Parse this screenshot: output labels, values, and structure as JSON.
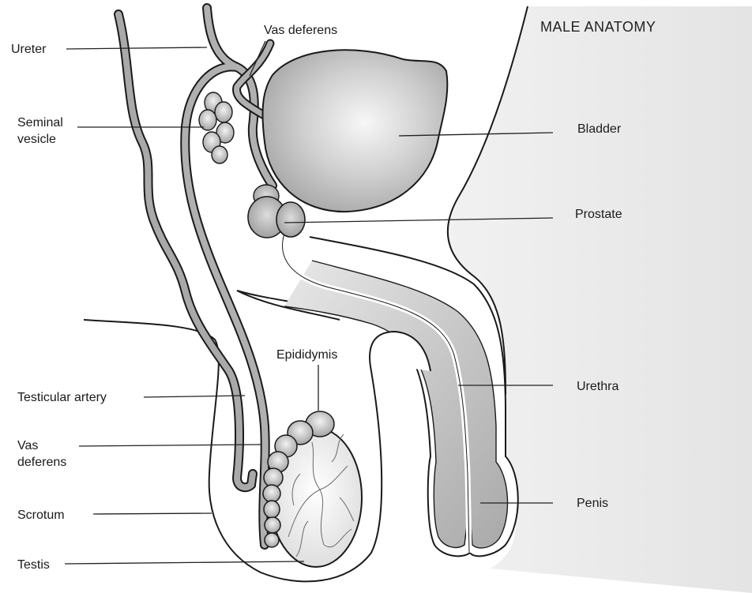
{
  "title": "MALE ANATOMY",
  "labels": {
    "ureter": "Ureter",
    "vas_deferens_top": "Vas deferens",
    "seminal_vesicle_1": "Seminal",
    "seminal_vesicle_2": "vesicle",
    "bladder": "Bladder",
    "prostate": "Prostate",
    "epididymis": "Epididymis",
    "testicular_artery": "Testicular artery",
    "urethra": "Urethra",
    "vas_deferens_low_1": "Vas",
    "vas_deferens_low_2": "deferens",
    "scrotum": "Scrotum",
    "penis": "Penis",
    "testis": "Testis"
  },
  "colors": {
    "body_fill": "#efefef",
    "organ_fill": "#b9b9b9",
    "organ_highlight": "#f4f4f4",
    "tube_fill": "#a9a9a9",
    "outline": "#1a1a1a"
  }
}
